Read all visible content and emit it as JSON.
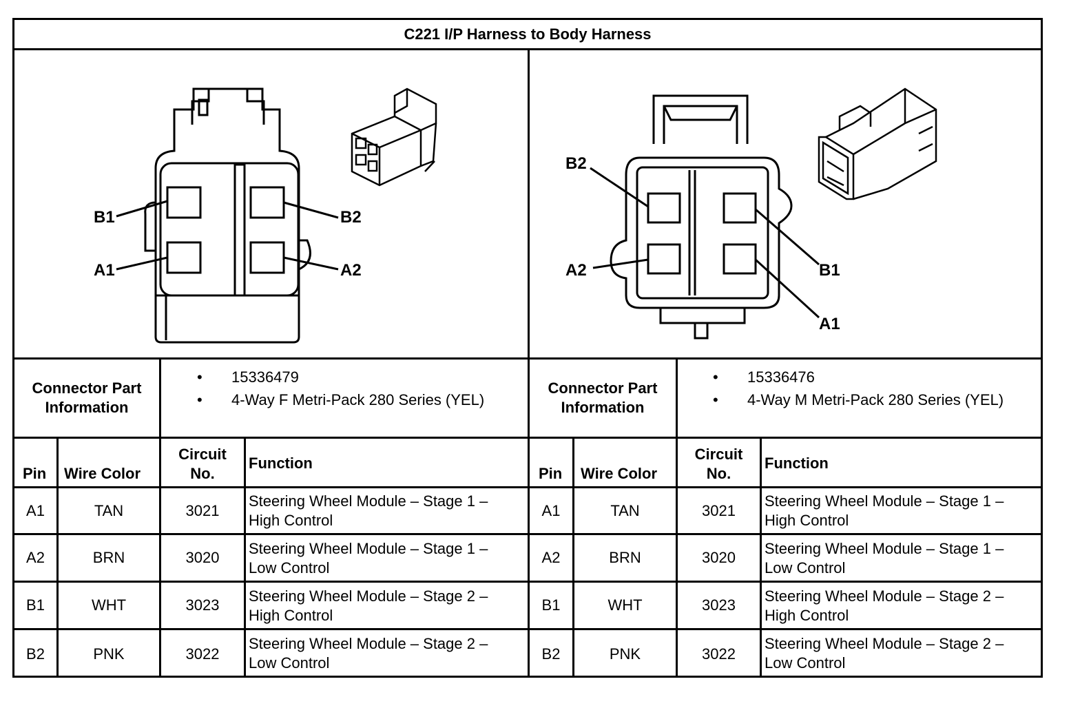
{
  "title": "C221 I/P Harness to Body Harness",
  "left": {
    "pin_labels": [
      "B1",
      "A1",
      "B2",
      "A2"
    ],
    "part_header": [
      "Connector Part",
      "Information"
    ],
    "part_info": [
      "15336479",
      "4-Way F Metri-Pack 280 Series (YEL)"
    ],
    "columns": {
      "pin": "Pin",
      "wire_color": "Wire Color",
      "circuit": [
        "Circuit",
        "No."
      ],
      "function": "Function"
    },
    "rows": [
      {
        "pin": "A1",
        "color": "TAN",
        "circuit": "3021",
        "function": [
          "Steering Wheel Module – Stage 1 –",
          "High Control"
        ]
      },
      {
        "pin": "A2",
        "color": "BRN",
        "circuit": "3020",
        "function": [
          "Steering Wheel Module – Stage 1 –",
          "Low Control"
        ]
      },
      {
        "pin": "B1",
        "color": "WHT",
        "circuit": "3023",
        "function": [
          "Steering Wheel Module – Stage 2 –",
          "High Control"
        ]
      },
      {
        "pin": "B2",
        "color": "PNK",
        "circuit": "3022",
        "function": [
          "Steering Wheel Module – Stage 2 –",
          "Low Control"
        ]
      }
    ]
  },
  "right": {
    "pin_labels": [
      "B2",
      "A2",
      "B1",
      "A1"
    ],
    "part_header": [
      "Connector Part",
      "Information"
    ],
    "part_info": [
      "15336476",
      "4-Way M Metri-Pack 280 Series (YEL)"
    ],
    "columns": {
      "pin": "Pin",
      "wire_color": "Wire Color",
      "circuit": [
        "Circuit",
        "No."
      ],
      "function": "Function"
    },
    "rows": [
      {
        "pin": "A1",
        "color": "TAN",
        "circuit": "3021",
        "function": [
          "Steering Wheel Module – Stage 1 –",
          "High Control"
        ]
      },
      {
        "pin": "A2",
        "color": "BRN",
        "circuit": "3020",
        "function": [
          "Steering Wheel Module – Stage 1 –",
          "Low Control"
        ]
      },
      {
        "pin": "B1",
        "color": "WHT",
        "circuit": "3023",
        "function": [
          "Steering Wheel Module – Stage 2 –",
          "High Control"
        ]
      },
      {
        "pin": "B2",
        "color": "PNK",
        "circuit": "3022",
        "function": [
          "Steering Wheel Module – Stage 2 –",
          "Low Control"
        ]
      }
    ]
  },
  "bullet": "•"
}
